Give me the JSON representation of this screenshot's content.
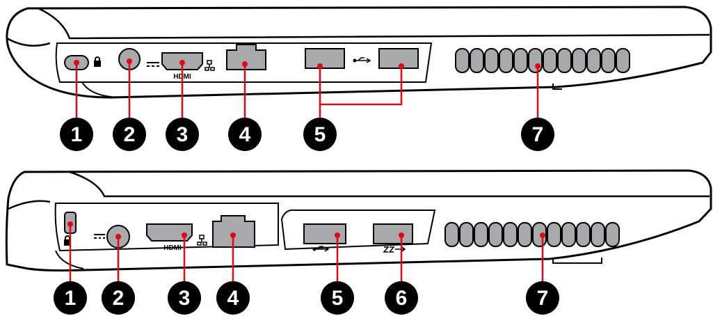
{
  "colors": {
    "callout": "#e30613",
    "port_fill": "#a7a9ac",
    "outline": "#000000",
    "badge": "#000000"
  },
  "top_view": {
    "callouts": [
      "1",
      "2",
      "3",
      "4",
      "5",
      "7"
    ],
    "hdmi_label": "HDMI"
  },
  "bottom_view": {
    "callouts": [
      "1",
      "2",
      "3",
      "4",
      "5",
      "6",
      "7"
    ],
    "hdmi_label": "HDMI"
  }
}
